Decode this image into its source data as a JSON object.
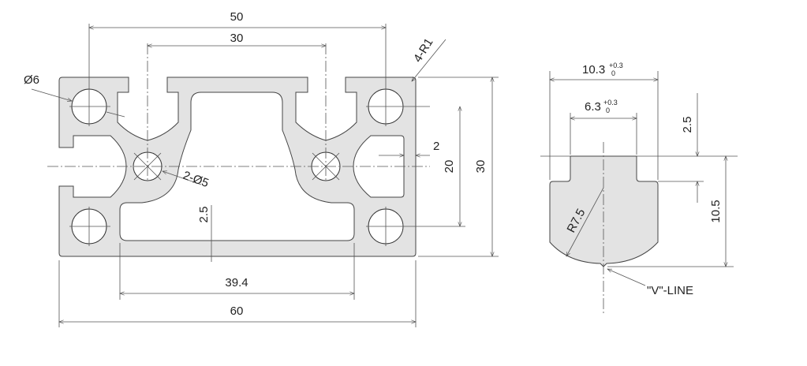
{
  "profile_view": {
    "dim_width_overall": "60",
    "dim_hole_spacing_horizontal": "50",
    "dim_center_spacing": "30",
    "dim_inner_cavity": "39.4",
    "dim_wall": "2.5",
    "dim_height_overall": "30",
    "dim_hole_spacing_vertical": "20",
    "dim_side_wall": "2",
    "label_corner_radius": "4-R1",
    "label_hole_diameter": "Ø6",
    "label_center_bore": "2-Ø5"
  },
  "slot_view": {
    "dim_slot_outer": "10.3",
    "dim_slot_outer_tol_upper": "+0.3",
    "dim_slot_outer_tol_lower": "0",
    "dim_slot_opening": "6.3",
    "dim_slot_opening_tol_upper": "+0.3",
    "dim_slot_opening_tol_lower": "0",
    "dim_lip_thickness": "2.5",
    "dim_slot_depth": "10.5",
    "label_radius": "R7.5",
    "label_v_line": "\"V\"-LINE"
  }
}
